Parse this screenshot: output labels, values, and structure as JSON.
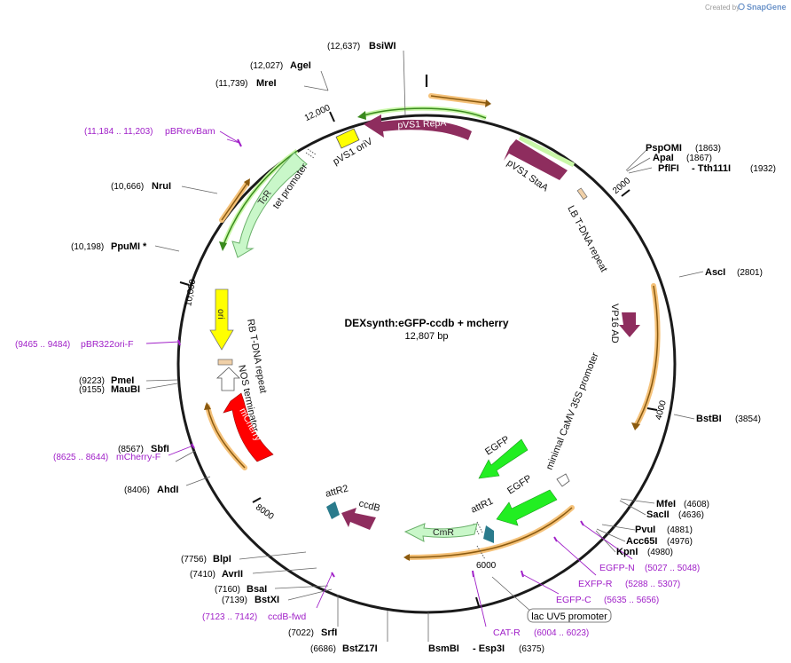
{
  "credit": {
    "prefix": "Created by",
    "brand": "SnapGene"
  },
  "plasmid": {
    "name": "DEXsynth:eGFP-ccdb + mcherry",
    "size_label": "12,807 bp"
  },
  "ticks": [
    {
      "label": "12,000"
    },
    {
      "label": "2000"
    },
    {
      "label": "4000"
    },
    {
      "label": "6000"
    },
    {
      "label": "8000"
    },
    {
      "label": "10,000"
    }
  ],
  "sites": [
    {
      "name": "BsiWI",
      "pos": "(12,637)"
    },
    {
      "name": "AgeI",
      "pos": "(12,027)"
    },
    {
      "name": "MreI",
      "pos": "(11,739)"
    },
    {
      "name": "NruI",
      "pos": "(10,666)"
    },
    {
      "name": "PpuMI *",
      "pos": "(10,198)"
    },
    {
      "name": "PmeI",
      "pos": "(9223)"
    },
    {
      "name": "MauBI",
      "pos": "(9155)"
    },
    {
      "name": "SbfI",
      "pos": "(8567)"
    },
    {
      "name": "AhdI",
      "pos": "(8406)"
    },
    {
      "name": "BlpI",
      "pos": "(7756)"
    },
    {
      "name": "AvrII",
      "pos": "(7410)"
    },
    {
      "name": "BsaI",
      "pos": "(7160)"
    },
    {
      "name": "BstXI",
      "pos": "(7139)"
    },
    {
      "name": "SrfI",
      "pos": "(7022)"
    },
    {
      "name": "BstZ17I",
      "pos": "(6686)"
    },
    {
      "name": "BsmBI",
      "pos": ""
    },
    {
      "name": "- Esp3I",
      "pos": "(6375)"
    },
    {
      "name": "PspOMI",
      "pos": "(1863)"
    },
    {
      "name": "ApaI",
      "pos": "(1867)"
    },
    {
      "name": "PflFI",
      "pos": ""
    },
    {
      "name": "- Tth111I",
      "pos": "(1932)"
    },
    {
      "name": "AscI",
      "pos": "(2801)"
    },
    {
      "name": "BstBI",
      "pos": "(3854)"
    },
    {
      "name": "MfeI",
      "pos": "(4608)"
    },
    {
      "name": "SacII",
      "pos": "(4636)"
    },
    {
      "name": "PvuI",
      "pos": "(4881)"
    },
    {
      "name": "Acc65I",
      "pos": "(4976)"
    },
    {
      "name": "KpnI",
      "pos": "(4980)"
    }
  ],
  "primers": [
    {
      "name": "pBRrevBam",
      "pos": "(11,184 .. 11,203)"
    },
    {
      "name": "pBR322ori-F",
      "pos": "(9465 .. 9484)"
    },
    {
      "name": "mCherry-F",
      "pos": "(8625 .. 8644)"
    },
    {
      "name": "ccdB-fwd",
      "pos": "(7123 .. 7142)"
    },
    {
      "name": "CAT-R",
      "pos": "(6004 .. 6023)"
    },
    {
      "name": "EGFP-C",
      "pos": "(5635 .. 5656)"
    },
    {
      "name": "EXFP-R",
      "pos": "(5288 .. 5307)"
    },
    {
      "name": "EGFP-N",
      "pos": "(5027 .. 5048)"
    }
  ],
  "features": {
    "pVS1_RepA": "pVS1 RepA",
    "pVS1_oriV": "pVS1 oriV",
    "pVS1_StaA": "pVS1 StaA",
    "TcR": "TcR",
    "tet_promoter": "tet promoter",
    "LB_repeat": "LB T-DNA repeat",
    "ori": "ori",
    "RB_repeat": "RB T-DNA repeat",
    "NOS_terminator": "NOS terminator",
    "mCherry": "mCherry",
    "VP16_AD": "VP16 AD",
    "CaMV_promoter": "minimal CaMV 35S promoter",
    "EGFP_1": "EGFP",
    "EGFP_2": "EGFP",
    "attR1": "attR1",
    "attR2": "attR2",
    "ccdB": "ccdB",
    "CmR": "CmR",
    "lac_promoter": "lac UV5 promoter"
  },
  "colors": {
    "backbone": "#1a1a1a",
    "repA": "#8e2d5e",
    "oriV": "#ffff00",
    "green_arrow": "#b3f5b3",
    "green_stroke": "#3a8a1e",
    "orange": "#f5c27a",
    "ori": "#ffff00",
    "mCherry": "#ff0000",
    "egfp": "#22ee22",
    "att": "#2a7b8c",
    "primer": "#a020c8"
  }
}
